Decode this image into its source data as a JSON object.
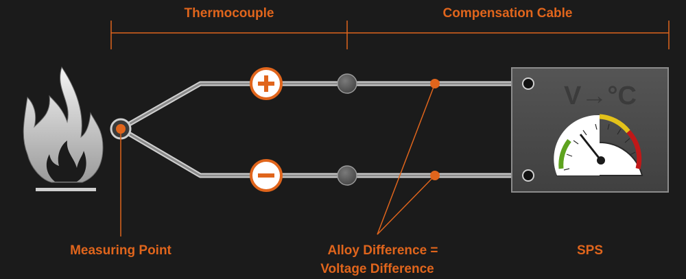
{
  "labels": {
    "thermocouple": "Thermocouple",
    "compensation_cable": "Compensation Cable",
    "measuring_point": "Measuring Point",
    "alloy_difference_line1": "Alloy Difference =",
    "alloy_difference_line2": "Voltage Difference",
    "sps": "SPS"
  },
  "sps_panel": {
    "title": "V→°C"
  },
  "symbols": {
    "plus": "+",
    "minus": "–"
  },
  "icons": [
    "flame-icon",
    "gauge-icon",
    "plus-icon",
    "minus-icon"
  ],
  "colors": {
    "background": "#1b1b1b",
    "accent": "#e0651c",
    "wire": "#bdbdbd",
    "panel": "#4a4a4a",
    "gauge_green": "#5ea31f",
    "gauge_yellow": "#e3c21a",
    "gauge_red": "#c01818"
  }
}
